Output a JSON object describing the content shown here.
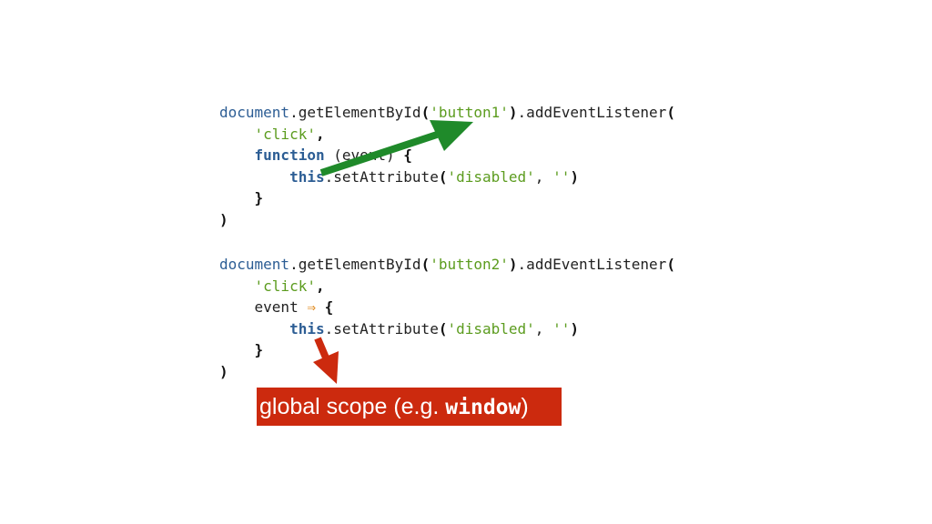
{
  "snippet_a": {
    "l1": {
      "obj": "document",
      "method": ".getElementById",
      "paren_open": "(",
      "arg": "'button1'",
      "paren_close": ")",
      "tail": ".addEventListener",
      "tail_paren": "("
    },
    "l2": {
      "indent": "    ",
      "str": "'click'",
      "comma": ","
    },
    "l3": {
      "indent": "    ",
      "kw": "function",
      "rest": " (event) ",
      "brace": "{"
    },
    "l4": {
      "indent": "        ",
      "kw": "this",
      "method": ".setAttribute",
      "paren_open": "(",
      "str1": "'disabled'",
      "sep": ", ",
      "str2": "''",
      "paren_close": ")"
    },
    "l5": {
      "indent": "    ",
      "brace": "}"
    },
    "l6": {
      "paren": ")"
    }
  },
  "snippet_b": {
    "l1": {
      "obj": "document",
      "method": ".getElementById",
      "paren_open": "(",
      "arg": "'button2'",
      "paren_close": ")",
      "tail": ".addEventListener",
      "tail_paren": "("
    },
    "l2": {
      "indent": "    ",
      "str": "'click'",
      "comma": ","
    },
    "l3": {
      "indent": "    ",
      "text": "event ",
      "op": "⇒",
      "space": " ",
      "brace": "{"
    },
    "l4": {
      "indent": "        ",
      "kw": "this",
      "method": ".setAttribute",
      "paren_open": "(",
      "str1": "'disabled'",
      "sep": ", ",
      "str2": "''",
      "paren_close": ")"
    },
    "l5": {
      "indent": "    ",
      "brace": "}"
    },
    "l6": {
      "paren": ")"
    }
  },
  "callout": {
    "prefix": "global scope (e.g. ",
    "code": "window",
    "suffix": ")"
  },
  "colors": {
    "identifier": "#2c5d94",
    "string": "#5c9c1f",
    "operator": "#e08a1e",
    "green_arrow": "#1f8a2a",
    "red_arrow": "#cc2a0e",
    "callout_bg": "#cc2a0e"
  }
}
